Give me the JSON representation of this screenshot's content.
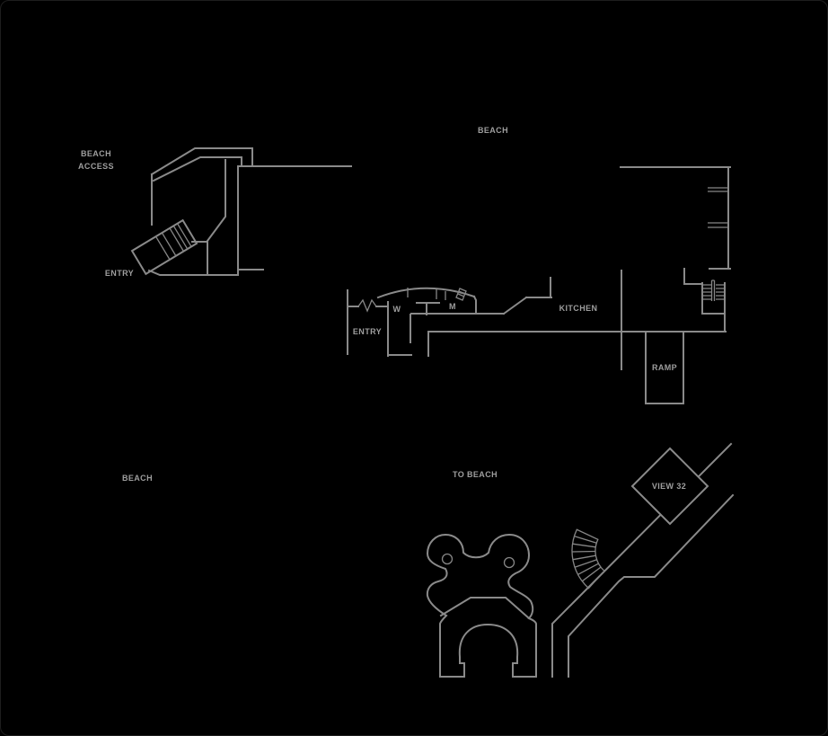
{
  "page": {
    "background": "#000000",
    "line_color": "#8a8a8a",
    "label_color": "#9e9e9e"
  },
  "plan": {
    "upper_left_building": {
      "access_label_line1": "BEACH",
      "access_label_line2": "ACCESS",
      "entry_label": "ENTRY"
    },
    "beach": {
      "top_label": "BEACH",
      "bottom_label": "BEACH",
      "to_beach_label": "TO BEACH"
    },
    "pavilion": {
      "entry_label": "ENTRY",
      "women_label": "W",
      "men_label": "M",
      "kitchen_label": "KITCHEN",
      "ramp_label": "RAMP"
    },
    "overlook": {
      "view_label": "VIEW 32"
    }
  }
}
